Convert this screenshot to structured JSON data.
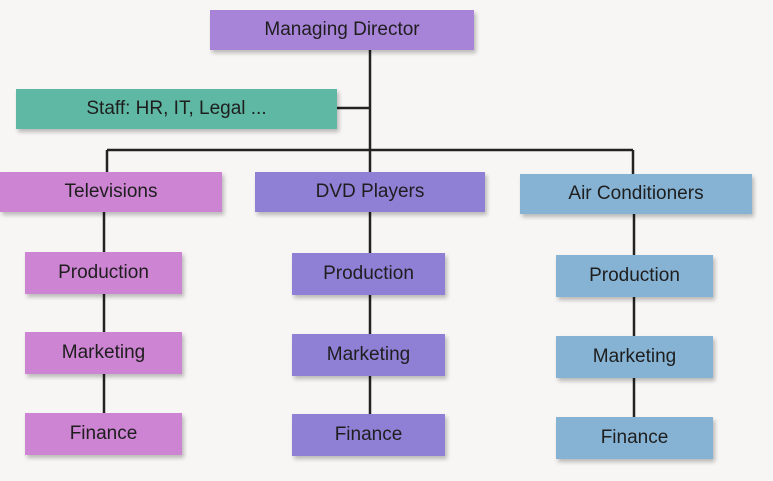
{
  "top": {
    "label": "Managing Director",
    "color": "#a884d8"
  },
  "staff": {
    "label": "Staff: HR, IT, Legal ...",
    "color": "#5fb8a3"
  },
  "divisions": [
    {
      "label": "Televisions",
      "color": "#cd84d3",
      "units": [
        "Production",
        "Marketing",
        "Finance"
      ]
    },
    {
      "label": "DVD Players",
      "color": "#8f80d6",
      "units": [
        "Production",
        "Marketing",
        "Finance"
      ]
    },
    {
      "label": "Air Conditioners",
      "color": "#86b3d4",
      "units": [
        "Production",
        "Marketing",
        "Finance"
      ]
    }
  ]
}
